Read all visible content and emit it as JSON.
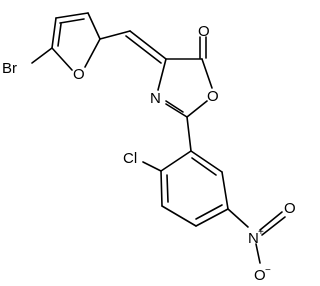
{
  "atoms": {
    "bromine": "Br",
    "furan_oxygen": "O",
    "carbonyl_oxygen": "O",
    "ring_nitrogen": "N",
    "ring_oxygen": "O",
    "chlorine": "Cl",
    "nitro_nitrogen": "N",
    "nitro_nitrogen_charge": "+",
    "nitro_oxygen_top": "O",
    "nitro_oxygen_bottom": "O",
    "nitro_oxygen_bottom_charge": "−"
  }
}
